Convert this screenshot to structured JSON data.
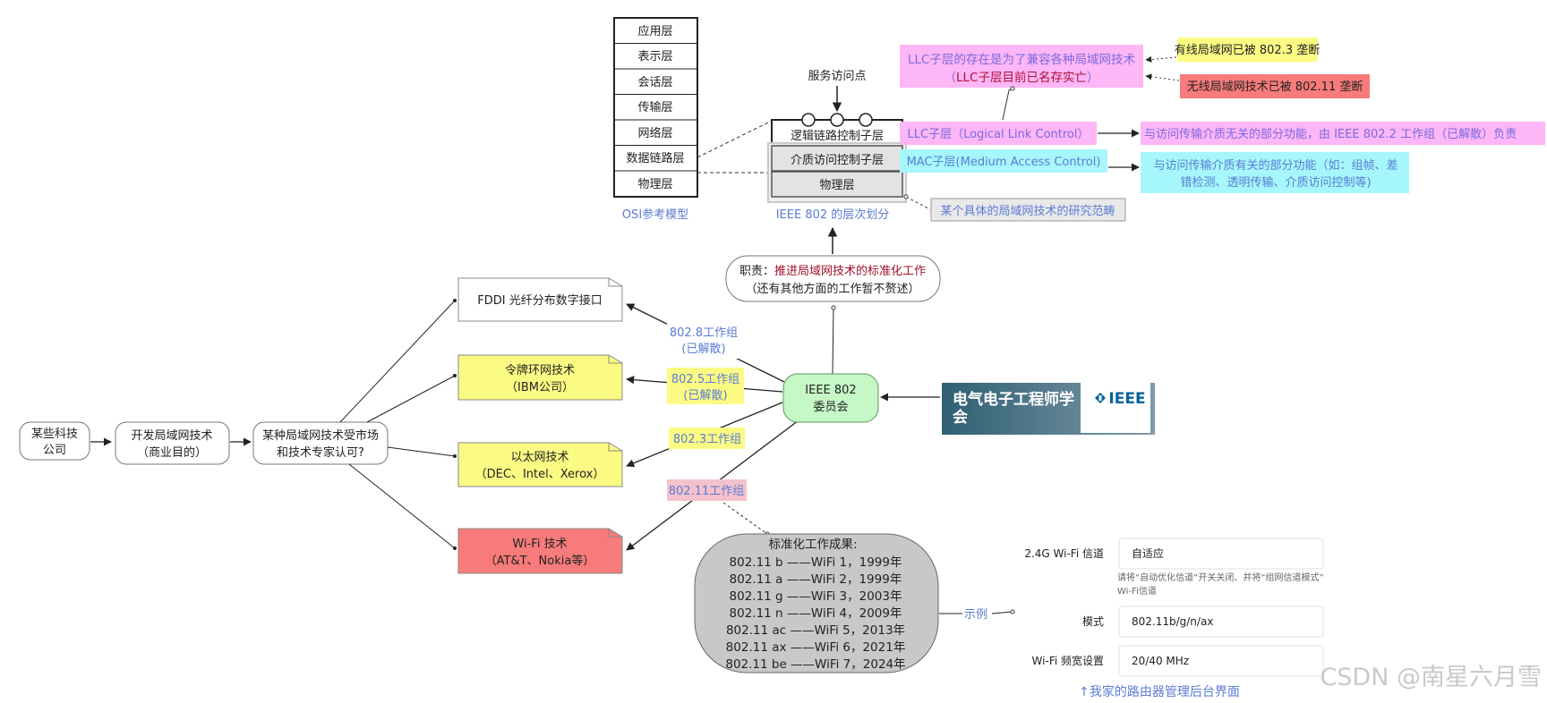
{
  "osi": {
    "layers": [
      "应用层",
      "表示层",
      "会话层",
      "传输层",
      "网络层",
      "数据链路层",
      "物理层"
    ],
    "caption": "OSI参考模型"
  },
  "ieee_stack": {
    "sap_label": "服务访问点",
    "layers": [
      "逻辑链路控制子层",
      "介质访问控制子层",
      "物理层"
    ],
    "caption": "IEEE 802 的层次划分"
  },
  "llc_note": {
    "line1": "LLC子层的存在是为了兼容各种局域网技术",
    "line2_pre": "（",
    "line2_highlight": "LLC子层目前已名存实亡",
    "line2_post": "）"
  },
  "wired_note": "有线局域网已被 802.3 垄断",
  "wireless_note": "无线局域网技术已被 802.11 垄断",
  "llc_label": "LLC子层（Logical Link Control）",
  "llc_desc": "与访问传输介质无关的部分功能，由 IEEE 802.2 工作组（已解散）负责",
  "mac_label": "MAC子层(Medium Access Control)",
  "mac_desc": [
    "与访问传输介质有关的部分功能（如：组帧、差",
    "错检测、透明传输、介质访问控制等)"
  ],
  "scope_note": "某个具体的局域网技术的研究范畴",
  "duty": {
    "prefix": "职责：",
    "highlight": "推进局域网技术的标准化工作",
    "line2": "（还有其他方面的工作暂不赘述）"
  },
  "flow": {
    "companies": [
      "某些科技",
      "公司"
    ],
    "develop": [
      "开发局域网技术",
      "（商业目的）"
    ],
    "question": [
      "某种局域网技术受市场",
      "和技术专家认可?"
    ]
  },
  "technologies": [
    {
      "lines": [
        "FDDI 光纤分布数字接口"
      ],
      "color": "#ffffff"
    },
    {
      "lines": [
        "令牌环网技术",
        "（IBM公司）"
      ],
      "color": "#fbfb84"
    },
    {
      "lines": [
        "以太网技术",
        "（DEC、Intel、Xerox）"
      ],
      "color": "#fbfb84"
    },
    {
      "lines": [
        "Wi-Fi 技术",
        "（AT&T、Nokia等）"
      ],
      "color": "#f77b7b"
    }
  ],
  "working_groups": [
    {
      "lines": [
        "802.8工作组",
        "(已解散)"
      ]
    },
    {
      "lines": [
        "802.5工作组",
        "(已解散)"
      ]
    },
    {
      "lines": [
        "802.3工作组"
      ]
    },
    {
      "lines": [
        "802.11工作组"
      ]
    }
  ],
  "committee": [
    "IEEE 802",
    "委员会"
  ],
  "ieee_org": {
    "name_line1": "电气电子工程师学",
    "name_line2": "会",
    "logo_text": "IEEE"
  },
  "standards": {
    "title": "标准化工作成果:",
    "rows": [
      "802.11 b ——WiFi 1，1999年",
      "802.11 a ——WiFi 2，1999年",
      "802.11 g ——WiFi 3，2003年",
      "802.11 n ——WiFi 4，2009年",
      "802.11 ac ——WiFi 5，2013年",
      "802.11 ax ——WiFi 6，2021年",
      "802.11 be ——WiFi 7，2024年"
    ]
  },
  "example_label": "示例",
  "router": {
    "channel_label": "2.4G Wi-Fi 信道",
    "channel_value": "自适应",
    "channel_hint": [
      "请将“自动优化信道”开关关闭、并将“组网信道模式”",
      "Wi-Fi信道"
    ],
    "mode_label": "模式",
    "mode_value": "802.11b/g/n/ax",
    "bandwidth_label": "Wi-Fi 频宽设置",
    "bandwidth_value": "20/40 MHz",
    "caption": "↑我家的路由器管理后台界面"
  },
  "watermark": "CSDN @南星六月雪",
  "colors": {
    "blue_text": "#5b7bd5",
    "pink_bg": "#fdb6f6",
    "cyan_bg": "#a6f7fb",
    "yellow_bg": "#fbfb84",
    "red_bg": "#f77b7b",
    "green_bg": "#c6f7c6",
    "dark_red_text": "#a0102a"
  }
}
